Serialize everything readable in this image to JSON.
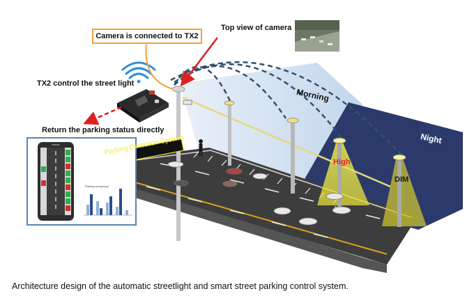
{
  "labels": {
    "camera_connected": "Camera is connected to TX2",
    "top_view": "Top view of camera",
    "tx2_control": "TX2 control the street light",
    "return_status": "Return the parking status directly",
    "parking_system": "Parking Detection System",
    "morning": "Morning",
    "night": "Night",
    "high": "High",
    "dim": "DIM",
    "small_chart_title": "Parking occupancy"
  },
  "caption": "Architecture design of the automatic streetlight and smart street parking control system.",
  "colors": {
    "arrow_red": "#e02020",
    "callout_orange": "#f0a23a",
    "signal_dash": "#34506e",
    "night_sky": "#2b3a6b",
    "morning_sky": "#c9dcef",
    "road": "#3a3a3a",
    "beam_yellow": "#f2ee3a",
    "wifi_blue": "#2f8fd8",
    "panel_border": "#5b84b1"
  },
  "icons": [
    "wifi-icon",
    "tx2-board-icon",
    "camera-icon",
    "street-lamp-icon",
    "car-icon",
    "pedestrian-icon",
    "smartphone-icon"
  ]
}
